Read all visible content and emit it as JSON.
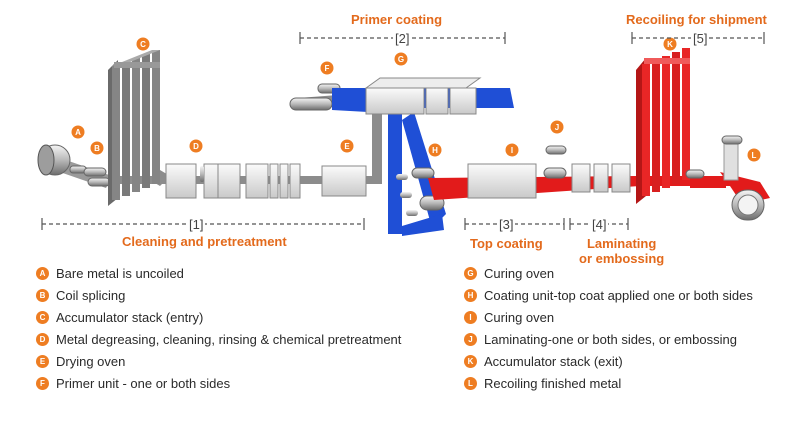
{
  "sections": {
    "primer_coating": {
      "title": "Primer coating",
      "number": "[2]"
    },
    "recoiling": {
      "title": "Recoiling for shipment",
      "number": "[5]"
    },
    "cleaning": {
      "title": "Cleaning and pretreatment",
      "number": "[1]"
    },
    "top_coating": {
      "title": "Top coating",
      "number": "[3]"
    },
    "laminating": {
      "title": "Laminating\nor embossing",
      "number": "[4]"
    }
  },
  "station_letters": [
    "A",
    "B",
    "C",
    "D",
    "E",
    "F",
    "G",
    "H",
    "I",
    "J",
    "K",
    "L"
  ],
  "legend": {
    "left": [
      {
        "letter": "A",
        "text": "Bare metal is uncoiled"
      },
      {
        "letter": "B",
        "text": "Coil splicing"
      },
      {
        "letter": "C",
        "text": "Accumulator stack (entry)"
      },
      {
        "letter": "D",
        "text": "Metal degreasing, cleaning, rinsing & chemical pretreatment"
      },
      {
        "letter": "E",
        "text": "Drying oven"
      },
      {
        "letter": "F",
        "text": "Primer unit - one or both sides"
      }
    ],
    "right": [
      {
        "letter": "G",
        "text": "Curing oven"
      },
      {
        "letter": "H",
        "text": "Coating unit-top coat applied one or both sides"
      },
      {
        "letter": "I",
        "text": "Curing oven"
      },
      {
        "letter": "J",
        "text": "Laminating-one or both sides, or embossing"
      },
      {
        "letter": "K",
        "text": "Accumulator stack (exit)"
      },
      {
        "letter": "L",
        "text": "Recoiling finished metal"
      }
    ]
  },
  "colors": {
    "accent": "#e36a1c",
    "badge": "#ee7d22",
    "bare_metal": "#8c8c8c",
    "primer_strip": "#1f4fd6",
    "top_coat_strip": "#e21b1b",
    "equipment": "#dcdcdc"
  }
}
